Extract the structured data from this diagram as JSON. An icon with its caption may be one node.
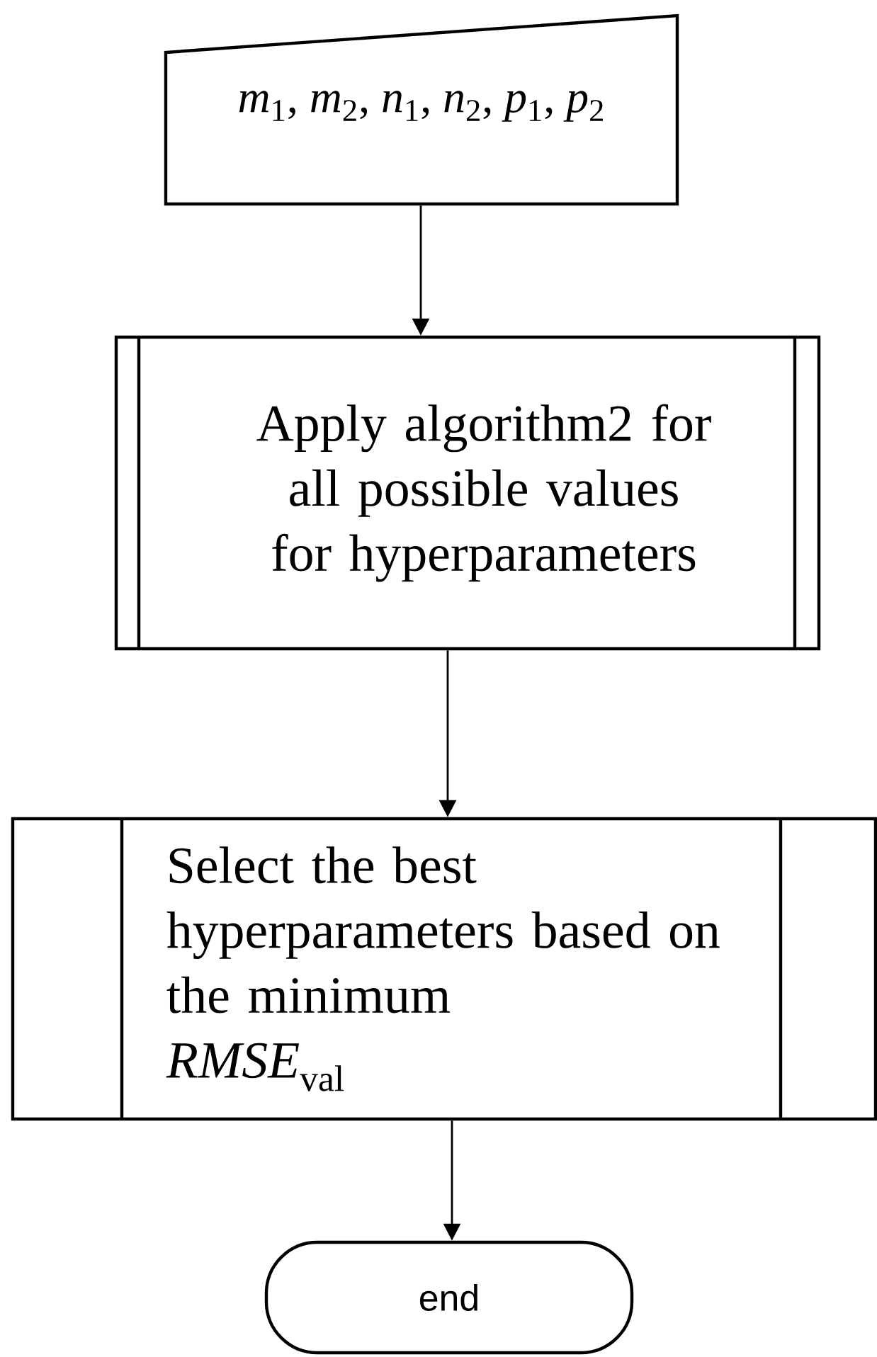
{
  "diagram": {
    "nodes": [
      {
        "text": [
          "*m*$_{1}$, *m*$_{2}$, *n*$_{1}$, *n*$_{2}$, *p*$_{1}$, *p*$_{2}$"
        ]
      },
      {
        "text": [
          "Apply algorithm2 for all possible values for hyperparameters"
        ]
      },
      {
        "text": [
          "Select the best hyperparameters based on the minimum",
          "*RMSE*$_{val}$"
        ]
      },
      {
        "text": [
          "end"
        ]
      }
    ],
    "edges": [
      {
        "from": 0,
        "to": 1,
        "arrow": "to"
      },
      {
        "from": 1,
        "to": 2,
        "arrow": "to"
      },
      {
        "from": 2,
        "to": 3,
        "arrow": "to"
      }
    ]
  }
}
